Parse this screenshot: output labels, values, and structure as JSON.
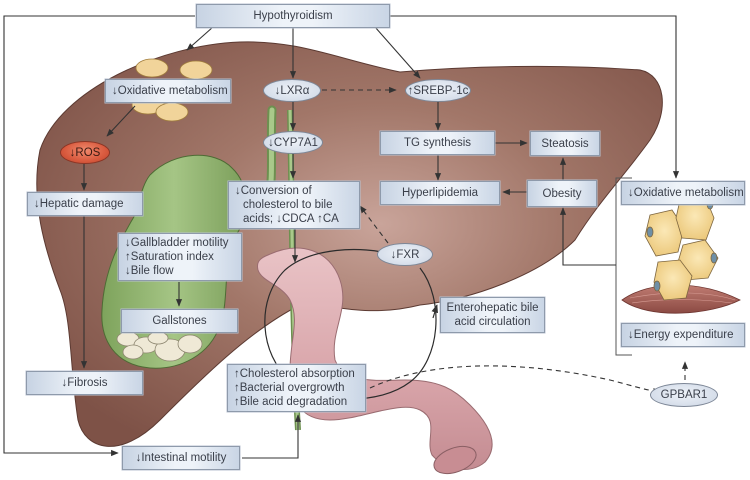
{
  "title": "Hypothyroidism effects on liver, bile acid metabolism and energy expenditure",
  "colors": {
    "liver": "#8c5f52",
    "gallbladder": "#8fb26f",
    "intestine": "#d9a9ad",
    "box_fill": "#e3eaf3",
    "box_border": "#8e9aab",
    "ros": "#d95a3e",
    "adipocyte": "#f2d48e",
    "muscle": "#a35e55",
    "line": "#333333"
  },
  "nodes": {
    "hypothyroidism": "Hypothyroidism",
    "oxidative_metabolism_liver": "↓Oxidative metabolism",
    "lxr": "↓LXRα",
    "srebp": "↑SREBP-1c",
    "ros": "↓ROS",
    "cyp7a1": "↓CYP7A1",
    "tg_synthesis": "TG synthesis",
    "steatosis": "Steatosis",
    "hepatic_damage": "↓Hepatic damage",
    "conversion": [
      "↓Conversion of",
      "cholesterol to bile",
      "acids; ↓CDCA ↑CA"
    ],
    "hyperlipidemia": "Hyperlipidemia",
    "obesity": "Obesity",
    "oxidative_metabolism_tissue": "↓Oxidative metabolism",
    "gallbladder_effects": [
      "↓Gallbladder motility",
      "↑Saturation index",
      "↓Bile flow"
    ],
    "fxr": "↓FXR",
    "gallstones": "Gallstones",
    "enterohepatic": [
      "Enterohepatic bile",
      "acid circulation"
    ],
    "energy_expenditure": "↓Energy expenditure",
    "fibrosis": "↓Fibrosis",
    "intestinal_effects": [
      "↑Cholesterol absorption",
      "↑Bacterial overgrowth",
      "↑Bile acid degradation"
    ],
    "gpbar1": "GPBAR1",
    "intestinal_motility": "↓Intestinal motility"
  },
  "edges": [
    {
      "from": "hypothyroidism",
      "to": "oxidative_metabolism_liver",
      "style": "solid"
    },
    {
      "from": "hypothyroidism",
      "to": "lxr",
      "style": "solid"
    },
    {
      "from": "hypothyroidism",
      "to": "srebp",
      "style": "solid"
    },
    {
      "from": "hypothyroidism",
      "to": "oxidative_metabolism_tissue",
      "style": "solid"
    },
    {
      "from": "hypothyroidism",
      "to": "intestinal_motility",
      "style": "solid"
    },
    {
      "from": "lxr",
      "to": "srebp",
      "style": "dashed"
    },
    {
      "from": "lxr",
      "to": "cyp7a1",
      "style": "solid"
    },
    {
      "from": "cyp7a1",
      "to": "conversion",
      "style": "solid"
    },
    {
      "from": "oxidative_metabolism_liver",
      "to": "ros",
      "style": "solid"
    },
    {
      "from": "ros",
      "to": "hepatic_damage",
      "style": "solid"
    },
    {
      "from": "hepatic_damage",
      "to": "fibrosis",
      "style": "solid"
    },
    {
      "from": "srebp",
      "to": "tg_synthesis",
      "style": "solid"
    },
    {
      "from": "tg_synthesis",
      "to": "steatosis",
      "style": "solid"
    },
    {
      "from": "tg_synthesis",
      "to": "hyperlipidemia",
      "style": "solid"
    },
    {
      "from": "obesity",
      "to": "steatosis",
      "style": "solid"
    },
    {
      "from": "obesity",
      "to": "hyperlipidemia",
      "style": "solid"
    },
    {
      "from": "adipose_bracket",
      "to": "obesity",
      "style": "solid"
    },
    {
      "from": "gallbladder_effects",
      "to": "gallstones",
      "style": "solid"
    },
    {
      "from": "fxr",
      "to": "conversion",
      "style": "dashed"
    },
    {
      "from": "intestinal_motility",
      "to": "intestinal_effects",
      "style": "solid"
    },
    {
      "from": "intestinal_effects",
      "to": "gpbar1",
      "style": "dashed"
    },
    {
      "from": "gpbar1",
      "to": "energy_expenditure",
      "style": "dashed"
    }
  ]
}
